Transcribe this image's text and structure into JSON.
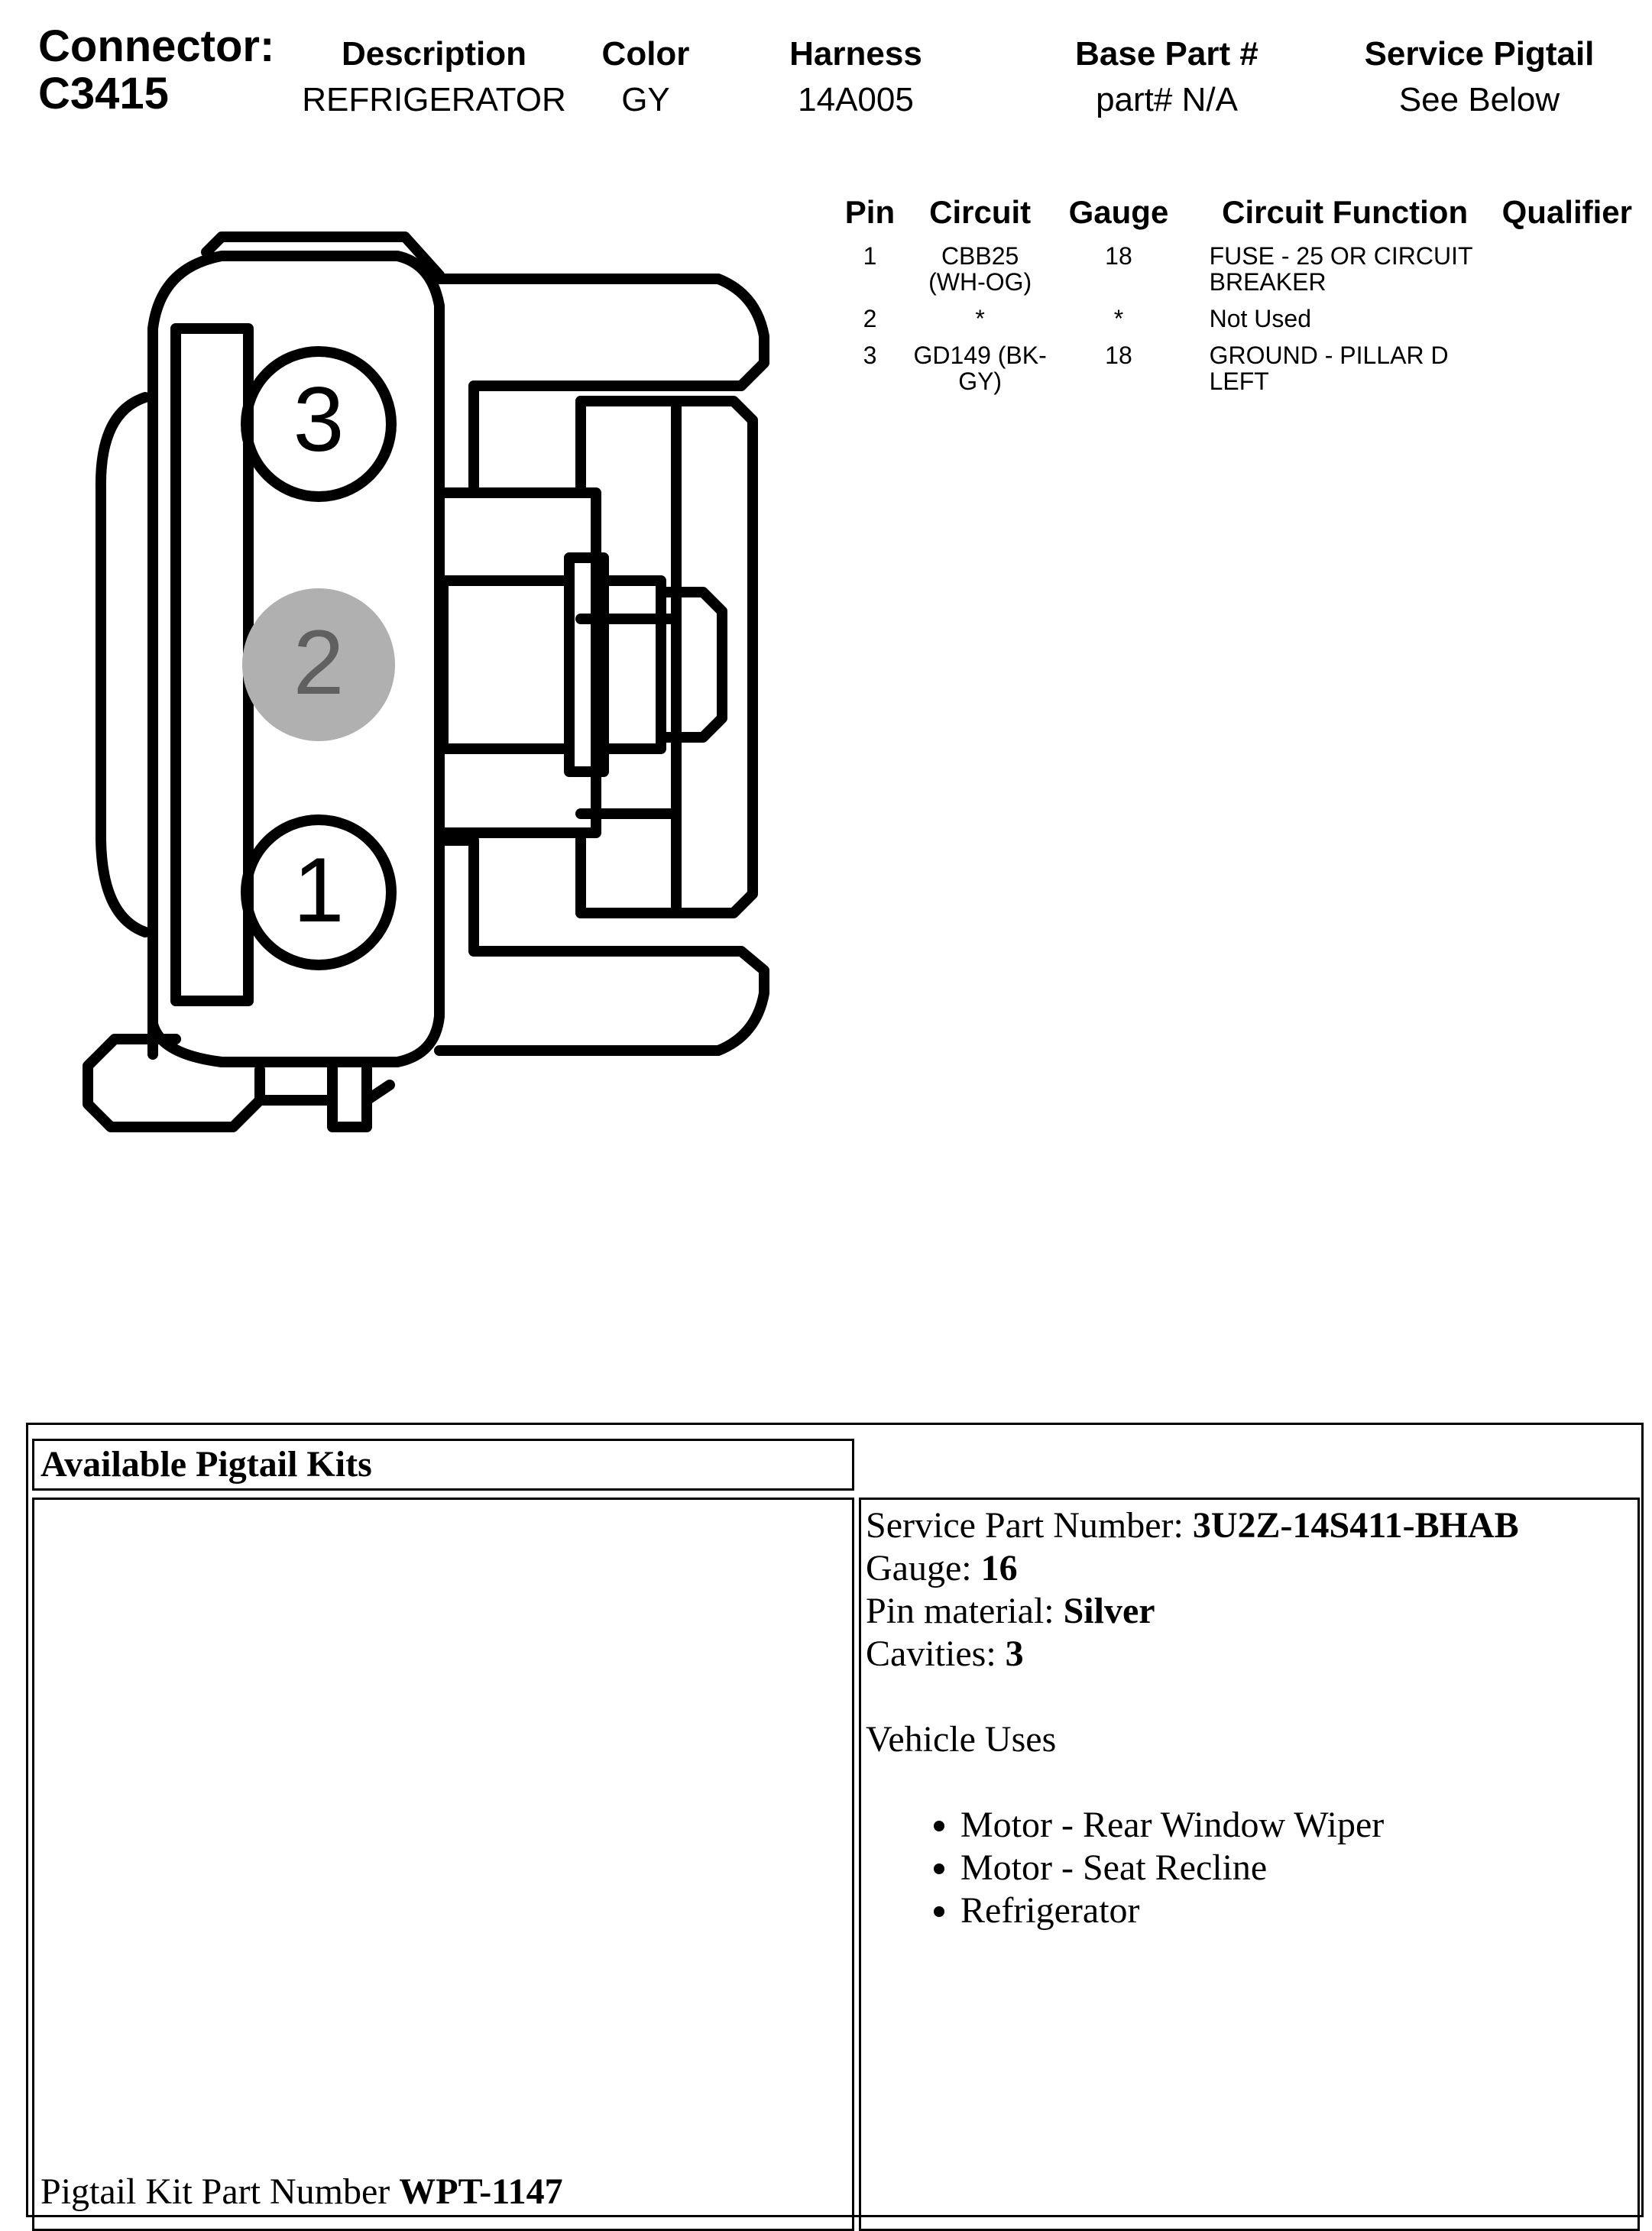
{
  "connector": {
    "label": "Connector:",
    "id": "C3415"
  },
  "header": {
    "description": {
      "label": "Description",
      "value": "REFRIGERATOR"
    },
    "color": {
      "label": "Color",
      "value": "GY"
    },
    "harness": {
      "label": "Harness",
      "value": "14A005"
    },
    "base_part": {
      "label": "Base Part #",
      "value": "part# N/A"
    },
    "service_pigtail": {
      "label": "Service Pigtail",
      "value": "See Below"
    }
  },
  "pin_table": {
    "headers": [
      "Pin",
      "Circuit",
      "Gauge",
      "Circuit Function",
      "Qualifier"
    ],
    "rows": [
      {
        "pin": "1",
        "circuit": "CBB25 (WH-OG)",
        "gauge": "18",
        "function": "FUSE - 25 OR CIRCUIT BREAKER",
        "qualifier": ""
      },
      {
        "pin": "2",
        "circuit": "*",
        "gauge": "*",
        "function": "Not Used",
        "qualifier": ""
      },
      {
        "pin": "3",
        "circuit": "GD149 (BK-GY)",
        "gauge": "18",
        "function": "GROUND - PILLAR D LEFT",
        "qualifier": ""
      }
    ]
  },
  "diagram": {
    "pin_labels": [
      "3",
      "2",
      "1"
    ],
    "unused_pin_fill": "#b0b0b0",
    "unused_pin_text": "#606060"
  },
  "pigtail": {
    "heading": "Available Pigtail Kits",
    "kit_label": "Pigtail Kit Part Number",
    "kit_number": "WPT-1147",
    "spn_label": "Service Part Number:",
    "spn_value": "3U2Z-14S411-BHAB",
    "gauge_label": "Gauge:",
    "gauge_value": "16",
    "pin_material_label": "Pin material:",
    "pin_material_value": "Silver",
    "cavities_label": "Cavities:",
    "cavities_value": "3",
    "vehicle_uses_label": "Vehicle Uses",
    "vehicle_uses": [
      "Motor - Rear Window Wiper",
      "Motor - Seat Recline",
      "Refrigerator"
    ]
  }
}
